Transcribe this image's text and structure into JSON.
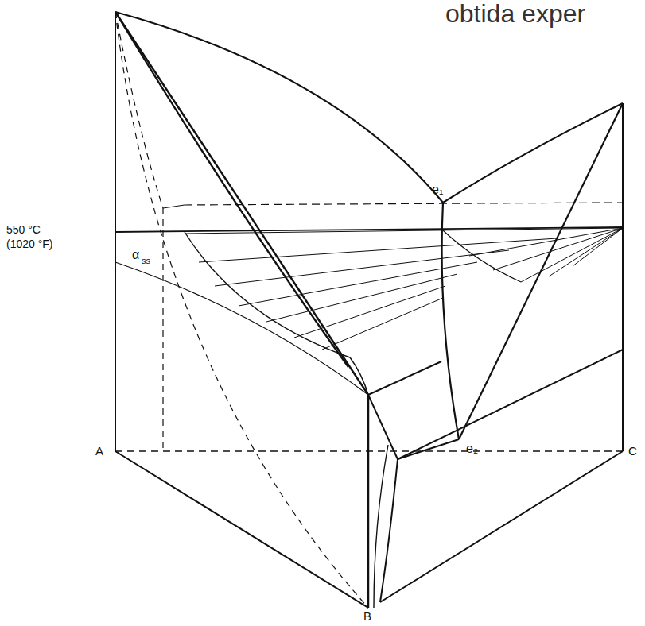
{
  "diagram": {
    "labels": [
      "obtida exper",
      "550 °C",
      "(1020 °F)",
      "α",
      "ss",
      "e₁",
      "e₂",
      "A",
      "B",
      "C"
    ]
  }
}
